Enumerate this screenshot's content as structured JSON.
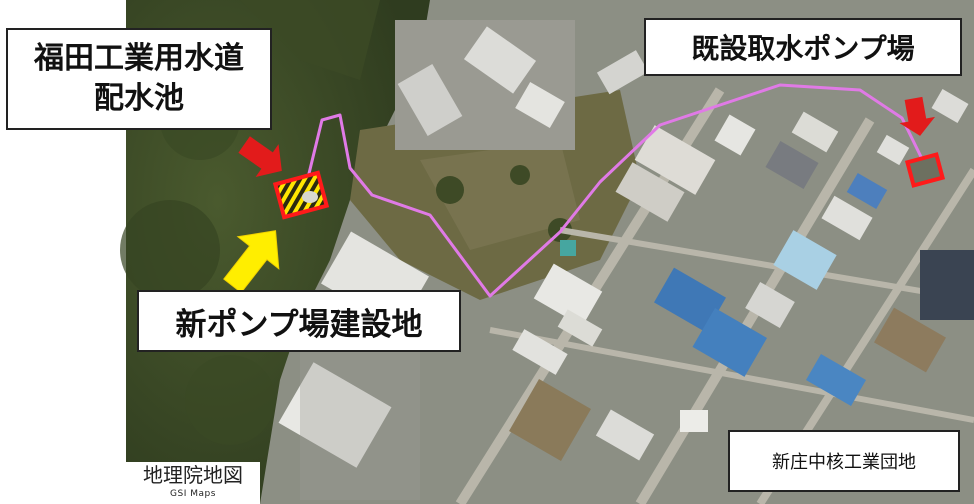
{
  "labels": {
    "reservoir_line1": "福田工業用水道",
    "reservoir_line2": "配水池",
    "existing_pump": "既設取水ポンプ場",
    "new_pump_site": "新ポンプ場建設地",
    "industrial_estate": "新庄中核工業団地"
  },
  "attribution": {
    "main": "地理院地図",
    "sub": "GSI Maps"
  },
  "map": {
    "type": "aerial-photo",
    "route_color": "#e07ae6",
    "marker_color": "#ff1a1a",
    "arrow_red": "#e21b1b",
    "arrow_yellow": "#ffee00",
    "hatch_color": "#ffe600"
  }
}
